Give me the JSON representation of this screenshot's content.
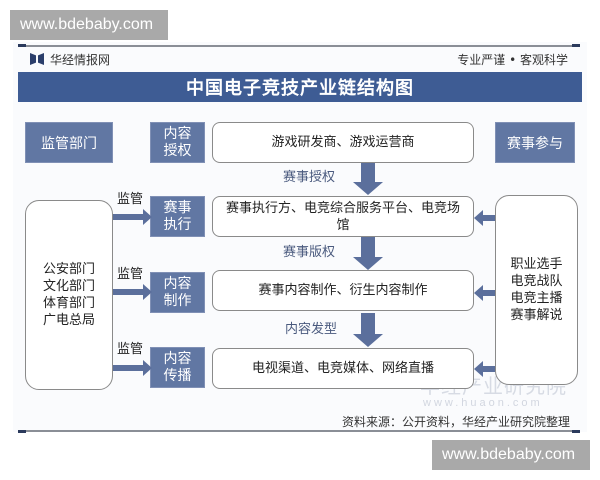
{
  "watermarks": {
    "top": "www.bdebaby.com",
    "bottom": "www.bdebaby.com",
    "huaon_cn": "华经产业研究院",
    "huaon_url": "www.huaon.com"
  },
  "header": {
    "brand": "华经情报网",
    "slogan": "专业严谨 • 客观科学",
    "title": "中国电子竞技产业链结构图"
  },
  "left_header": "监管部门",
  "right_header": "赛事参与",
  "regulators": "公安部门\n文化部门\n体育部门\n广电总局",
  "participants": "职业选手\n电竞战队\n电竞主播\n赛事解说",
  "supervise_label": "监管",
  "stages": [
    {
      "label": "内容\n授权",
      "content": "游戏研发商、游戏运营商"
    },
    {
      "label": "赛事\n执行",
      "content": "赛事执行方、电竞综合服务平台、电竞场馆"
    },
    {
      "label": "内容\n制作",
      "content": "赛事内容制作、衍生内容制作"
    },
    {
      "label": "内容\n传播",
      "content": "电视渠道、电竞媒体、网络直播"
    }
  ],
  "flows": [
    "赛事授权",
    "赛事版权",
    "内容发型"
  ],
  "colors": {
    "title_bar": "#3e5c94",
    "stage_box": "#6177a3",
    "arrow": "#5b6f9c"
  },
  "source": "资料来源：公开资料，华经产业研究院整理"
}
